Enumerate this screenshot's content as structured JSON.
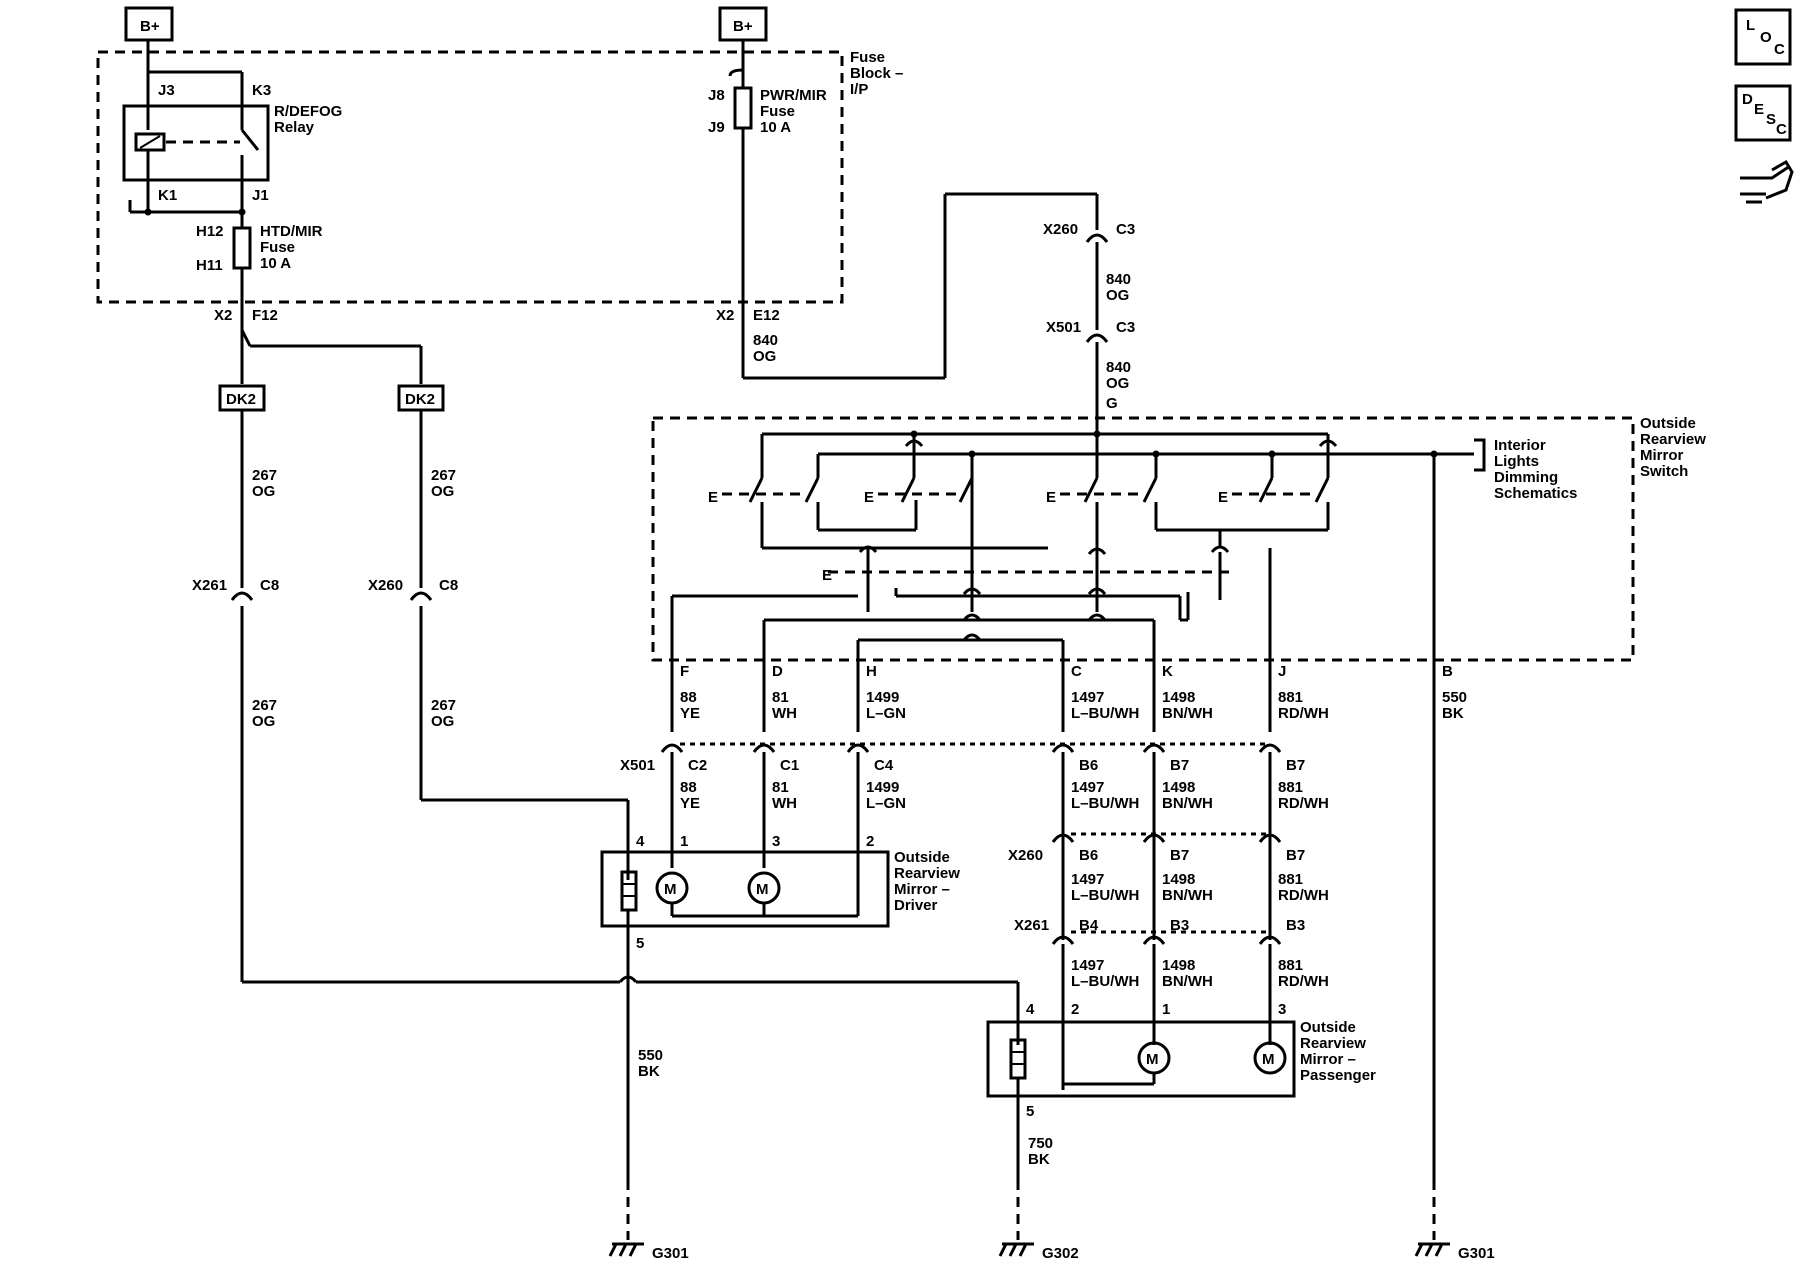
{
  "battery": {
    "left": "B+",
    "right": "B+"
  },
  "fuse_block": {
    "label": [
      "Fuse",
      "Block –",
      "I/P"
    ],
    "x2_left": "X2",
    "f12": "F12",
    "x2_right": "X2",
    "e12": "E12"
  },
  "relay": {
    "j3": "J3",
    "k3": "K3",
    "k1": "K1",
    "j1": "J1",
    "name": [
      "R/DEFOG",
      "Relay"
    ]
  },
  "htd_fuse": {
    "h12": "H12",
    "h11": "H11",
    "name": [
      "HTD/MIR",
      "Fuse",
      "10 A"
    ]
  },
  "pwr_fuse": {
    "j8": "J8",
    "j9": "J9",
    "name": [
      "PWR/MIR",
      "Fuse",
      "10 A"
    ]
  },
  "splices": {
    "left": "DK2",
    "right": "DK2"
  },
  "conn": {
    "x261": "X261",
    "x260": "X260",
    "x501": "X501",
    "c8": "C8",
    "c3": "C3",
    "c2": "C2",
    "c1": "C1",
    "c4": "C4",
    "b6": "B6",
    "b7": "B7",
    "b4": "B4",
    "b3": "B3",
    "g": "G"
  },
  "wires": {
    "w840": {
      "num": "840",
      "color": "OG"
    },
    "w267": {
      "num": "267",
      "color": "OG"
    },
    "w88": {
      "num": "88",
      "color": "YE"
    },
    "w81": {
      "num": "81",
      "color": "WH"
    },
    "w1499": {
      "num": "1499",
      "color": "L–GN"
    },
    "w1497": {
      "num": "1497",
      "color": "L–BU/WH"
    },
    "w1498": {
      "num": "1498",
      "color": "BN/WH"
    },
    "w881": {
      "num": "881",
      "color": "RD/WH"
    },
    "w550": {
      "num": "550",
      "color": "BK"
    },
    "w750": {
      "num": "750",
      "color": "BK"
    }
  },
  "switch_pins": {
    "f": "F",
    "d": "D",
    "h": "H",
    "c": "C",
    "k": "K",
    "j": "J",
    "b": "B"
  },
  "switch_label": [
    "Outside",
    "Rearview",
    "Mirror",
    "Switch"
  ],
  "interior_label": [
    "Interior",
    "Lights",
    "Dimming",
    "Schematics"
  ],
  "driver_mirror": {
    "label": [
      "Outside",
      "Rearview",
      "Mirror –",
      "Driver"
    ],
    "p4": "4",
    "p1": "1",
    "p3": "3",
    "p2": "2",
    "p5": "5"
  },
  "pass_mirror": {
    "label": [
      "Outside",
      "Rearview",
      "Mirror –",
      "Passenger"
    ],
    "p4": "4",
    "p2": "2",
    "p1": "1",
    "p3": "3",
    "p5": "5"
  },
  "motor": "M",
  "grounds": {
    "g1": "G301",
    "g2": "G302",
    "g3": "G301"
  },
  "switch_letter": "E",
  "icons": {
    "loc": [
      "L",
      "O",
      "C"
    ],
    "desc": [
      "D",
      "E",
      "S",
      "C"
    ]
  }
}
